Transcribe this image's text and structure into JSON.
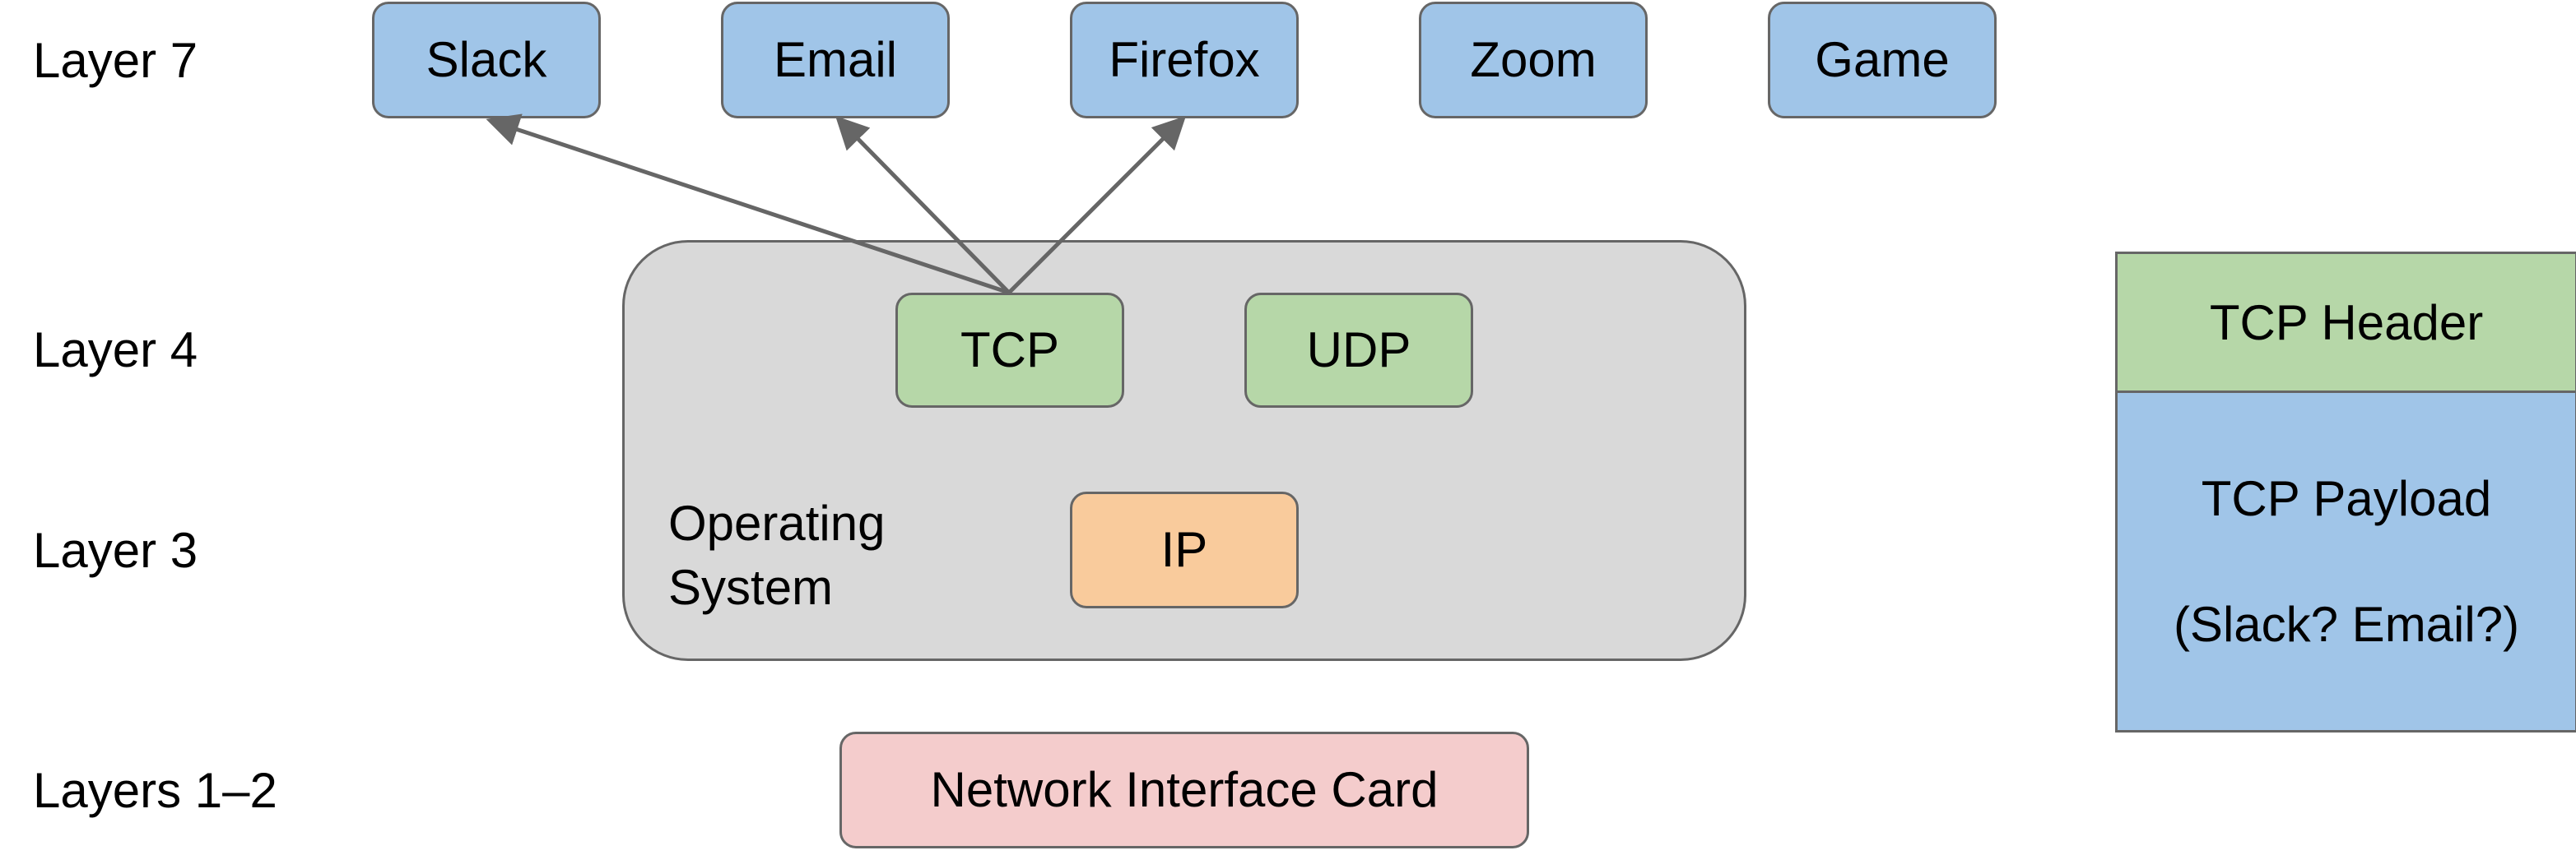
{
  "layers": {
    "layer7": "Layer 7",
    "layer4": "Layer 4",
    "layer3": "Layer 3",
    "layer12": "Layers 1–2"
  },
  "applications": [
    {
      "label": "Slack"
    },
    {
      "label": "Email"
    },
    {
      "label": "Firefox"
    },
    {
      "label": "Zoom"
    },
    {
      "label": "Game"
    }
  ],
  "operating_system": {
    "label_line1": "Operating",
    "label_line2": "System",
    "transport": [
      {
        "label": "TCP"
      },
      {
        "label": "UDP"
      }
    ],
    "network": {
      "label": "IP"
    }
  },
  "nic": {
    "label": "Network Interface Card"
  },
  "arrows": [
    {
      "from": "TCP",
      "to": "Slack"
    },
    {
      "from": "TCP",
      "to": "Email"
    },
    {
      "from": "TCP",
      "to": "Firefox"
    }
  ],
  "packet": {
    "header": "TCP Header",
    "payload_line1": "TCP Payload",
    "payload_line2": "(Slack? Email?)"
  },
  "colors": {
    "application": "#a0c5e8",
    "transport": "#b6d7a8",
    "network": "#f9cb9c",
    "nic": "#f4cccc",
    "os": "#d9d9d9",
    "stroke": "#666666"
  }
}
